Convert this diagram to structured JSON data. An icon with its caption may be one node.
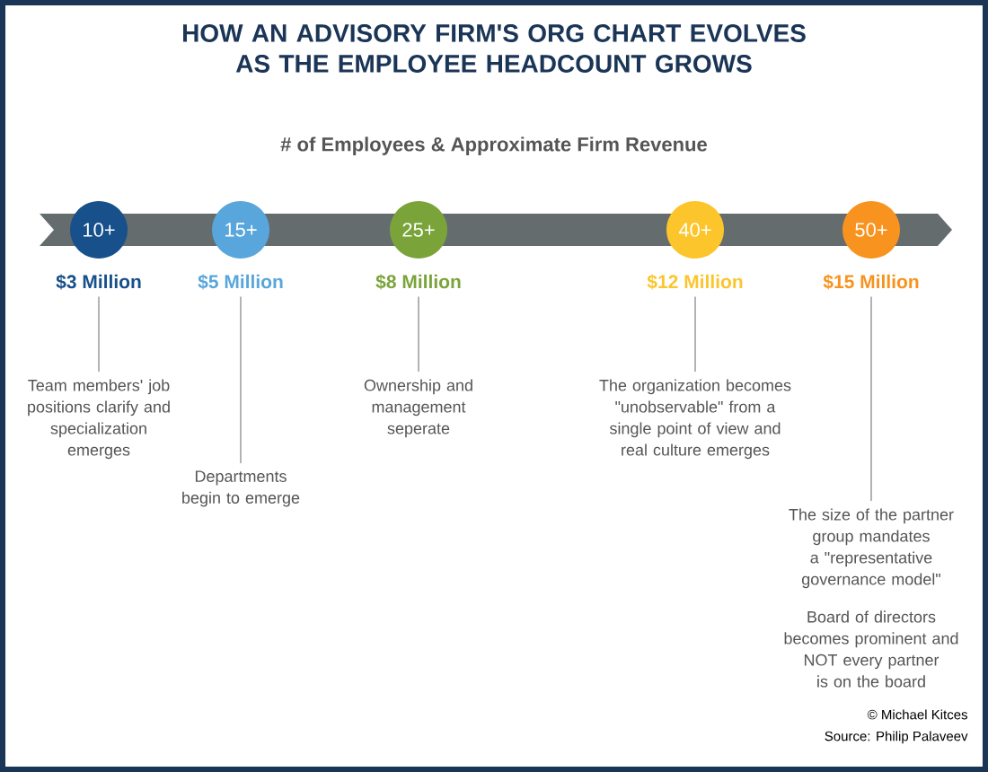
{
  "diagram": {
    "title": "HOW AN ADVISORY FIRM'S ORG CHART EVOLVES AS THE EMPLOYEE HEADCOUNT GROWS",
    "nodes": [
      {
        "text": [
          "10+"
        ],
        "beside": [
          "$3 Million"
        ]
      },
      {
        "text": [
          "15+"
        ],
        "beside": [
          "$5 Million"
        ]
      },
      {
        "text": [
          "25+"
        ],
        "beside": [
          "$8 Million"
        ]
      },
      {
        "text": [
          "40+"
        ],
        "beside": [
          "$12 Million"
        ]
      },
      {
        "text": [
          "50+"
        ],
        "beside": [
          "$15 Million"
        ]
      },
      {
        "text": [
          "Team members' job positions clarify and specialization emerges"
        ]
      },
      {
        "text": [
          "Departments begin to emerge"
        ]
      },
      {
        "text": [
          "Ownership and management seperate"
        ]
      },
      {
        "text": [
          "The organization becomes \"unobservable\" from a single point of view and real culture emerges"
        ]
      },
      {
        "text": [
          "The size of the partner group mandates a \"representative governance model\"",
          "Board of directors becomes prominent and NOT every partner is on the board"
        ]
      }
    ],
    "edges": [
      {
        "from": 0,
        "to": 5,
        "arrow": "none"
      },
      {
        "from": 1,
        "to": 6,
        "arrow": "none"
      },
      {
        "from": 2,
        "to": 7,
        "arrow": "none"
      },
      {
        "from": 3,
        "to": 8,
        "arrow": "none"
      },
      {
        "from": 4,
        "to": 9,
        "arrow": "none"
      }
    ],
    "labels": [
      "# of Employees & Approximate Firm Revenue",
      "© Michael Kitces",
      "Source: Philip Palaveev"
    ]
  }
}
